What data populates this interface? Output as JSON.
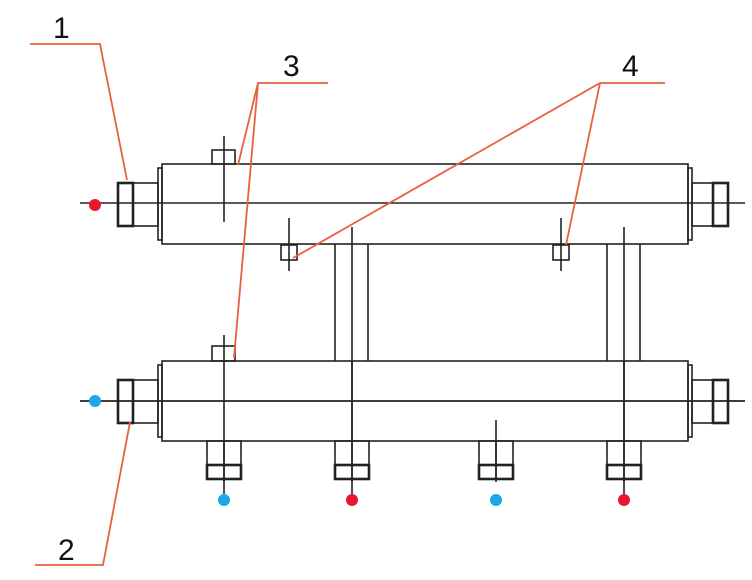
{
  "labels": {
    "one": "1",
    "two": "2",
    "three": "3",
    "four": "4"
  },
  "colors": {
    "hot": "#e8192c",
    "cold": "#1ba8e6",
    "leader": "#e8603c",
    "line": "#222222"
  }
}
